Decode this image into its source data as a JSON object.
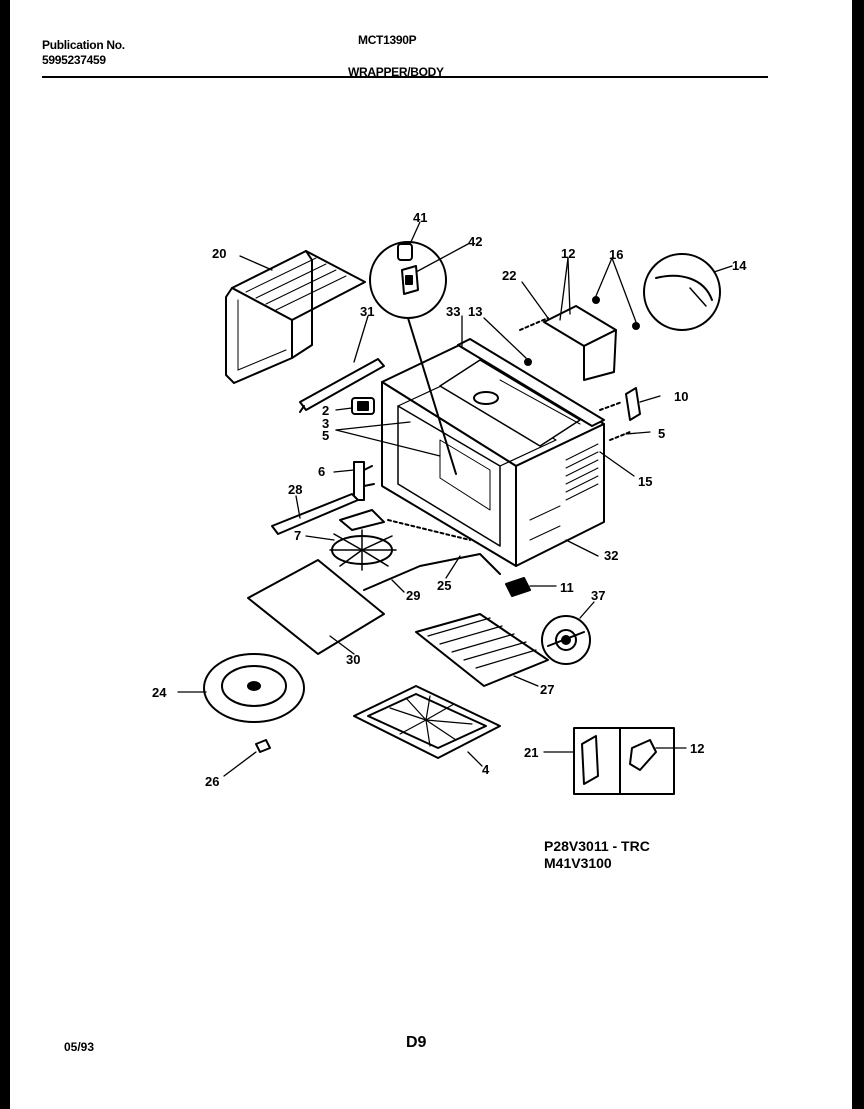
{
  "header": {
    "publication_label": "Publication No.",
    "publication_number": "5995237459",
    "model": "MCT1390P",
    "section": "WRAPPER/BODY"
  },
  "parts": {
    "p41": "41",
    "p42": "42",
    "p20": "20",
    "p12a": "12",
    "p16": "16",
    "p14": "14",
    "p22": "22",
    "p31": "31",
    "p33": "33",
    "p13": "13",
    "p10": "10",
    "p2": "2",
    "p3": "3",
    "p5l": "5",
    "p5r": "5",
    "p15": "15",
    "p6": "6",
    "p28": "28",
    "p7": "7",
    "p32": "32",
    "p25": "25",
    "p11": "11",
    "p29": "29",
    "p37": "37",
    "p30": "30",
    "p27": "27",
    "p24": "24",
    "p21": "21",
    "p12b": "12",
    "p4": "4",
    "p26": "26"
  },
  "footer": {
    "ref_line1": "P28V3011 - TRC",
    "ref_line2": "M41V3100",
    "date": "05/93",
    "page": "D9"
  }
}
